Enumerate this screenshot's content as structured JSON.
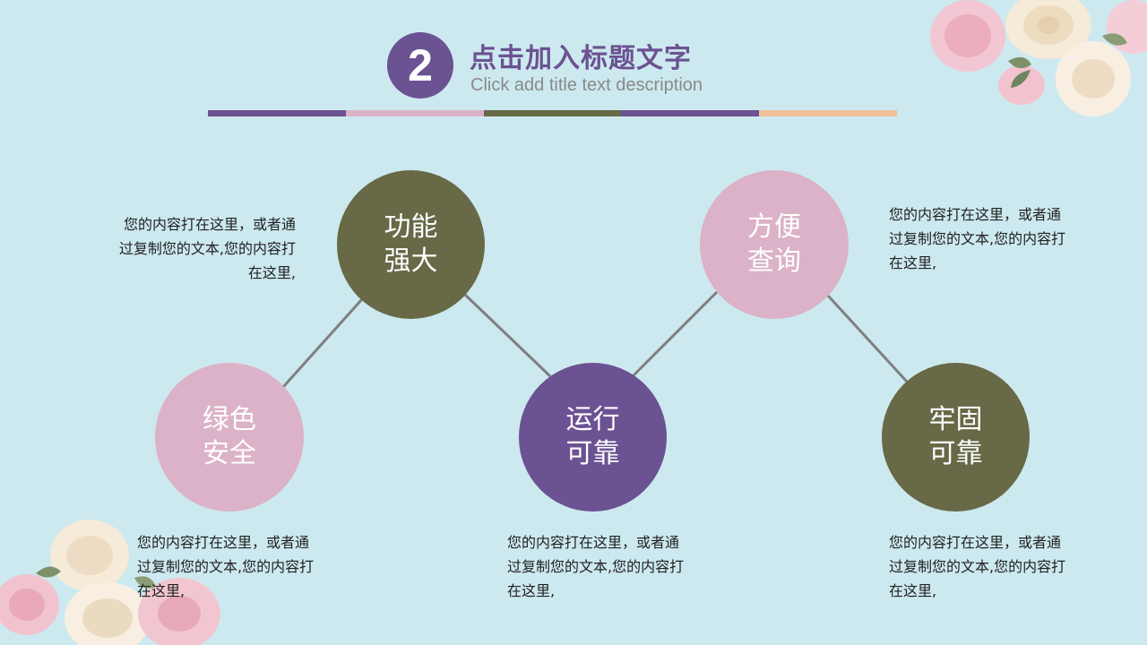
{
  "header": {
    "badge_number": "2",
    "title": "点击加入标题文字",
    "subtitle": "Click add title text description"
  },
  "colors": {
    "background": "#cce9ef",
    "purple": "#6b5292",
    "pink": "#dbb2c7",
    "olive": "#676947",
    "peach": "#f2c09a",
    "connector": "#7f7f7f"
  },
  "color_bar": [
    "#6b5292",
    "#dbb2c7",
    "#676947",
    "#6b5292",
    "#f2c09a"
  ],
  "nodes": [
    {
      "label": "绿色\n安全",
      "color": "#dbb2c7",
      "description": "您的内容打在这里，或者通过复制您的文本,您的内容打在这里,"
    },
    {
      "label": "功能\n强大",
      "color": "#676947",
      "description": "您的内容打在这里，或者通过复制您的文本,您的内容打在这里,"
    },
    {
      "label": "运行\n可靠",
      "color": "#6b5292",
      "description": "您的内容打在这里，或者通过复制您的文本,您的内容打在这里,"
    },
    {
      "label": "方便\n查询",
      "color": "#dbb2c7",
      "description": "您的内容打在这里，或者通过复制您的文本,您的内容打在这里,"
    },
    {
      "label": "牢固\n可靠",
      "color": "#676947",
      "description": "您的内容打在这里，或者通过复制您的文本,您的内容打在这里,"
    }
  ]
}
